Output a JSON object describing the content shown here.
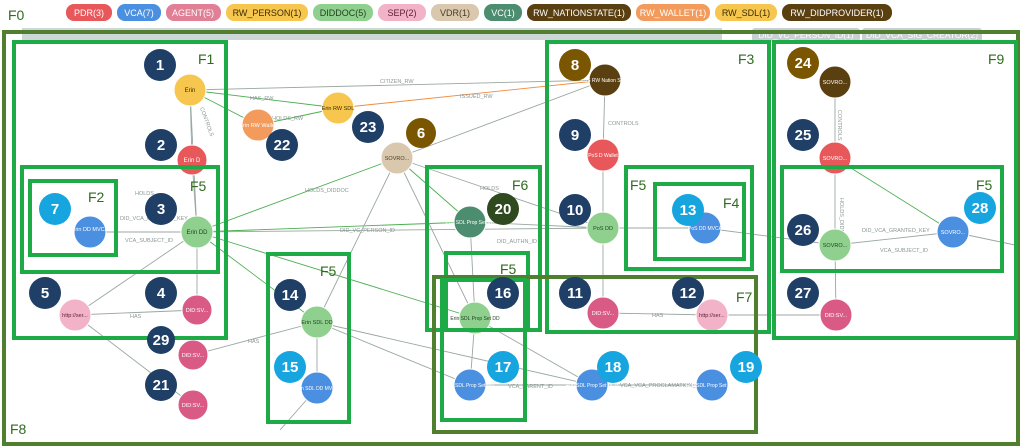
{
  "title": "F0",
  "colors": {
    "frame_dark": "#4f7f2f",
    "frame_bright": "#1faa48",
    "badge_dark": "#1f3f66",
    "badge_light": "#17a5e0",
    "badge_gold": "#7a5600",
    "edge": "#9aa7a0",
    "edge_green": "#4caf50",
    "edge_orange": "#f08c3c"
  },
  "legend": [
    {
      "label": "PDR(3)",
      "color": "#e8575a",
      "text": "#ffffff"
    },
    {
      "label": "VCA(7)",
      "color": "#4a8fe0",
      "text": "#ffffff"
    },
    {
      "label": "AGENT(5)",
      "color": "#e07f96",
      "text": "#ffffff"
    },
    {
      "label": "RW_PERSON(1)",
      "color": "#f7c64f",
      "text": "#3a2d00"
    },
    {
      "label": "DIDDOC(5)",
      "color": "#8fd08e",
      "text": "#1f3f1f"
    },
    {
      "label": "SEP(2)",
      "color": "#f2b2c7",
      "text": "#5a1f33"
    },
    {
      "label": "VDR(1)",
      "color": "#d9c8ad",
      "text": "#4a3a20"
    },
    {
      "label": "VC(1)",
      "color": "#4d8d6f",
      "text": "#ffffff"
    },
    {
      "label": "RW_NATIONSTATE(1)",
      "color": "#5a3f10",
      "text": "#ffffff"
    },
    {
      "label": "RW_WALLET(1)",
      "color": "#f29b5c",
      "text": "#ffffff"
    },
    {
      "label": "RW_SDL(1)",
      "color": "#f7c64f",
      "text": "#3a2d00"
    },
    {
      "label": "RW_DIDPROVIDER(1)",
      "color": "#5a3f10",
      "text": "#ffffff"
    }
  ],
  "rel_legend": [
    {
      "label": "DID_VC_PERSON_ID(1)"
    },
    {
      "label": "DID_VCA_SIG_CREATOR(2)"
    }
  ],
  "frames": [
    {
      "label": "F0"
    },
    {
      "label": "F1"
    },
    {
      "label": "F2"
    },
    {
      "label": "F3"
    },
    {
      "label": "F4"
    },
    {
      "label": "F5"
    },
    {
      "label": "F5"
    },
    {
      "label": "F5"
    },
    {
      "label": "F5"
    },
    {
      "label": "F5"
    },
    {
      "label": "F6"
    },
    {
      "label": "F7"
    },
    {
      "label": "F8"
    },
    {
      "label": "F9"
    }
  ],
  "nodes": [
    {
      "label": "Erin",
      "color": "#f7c64f"
    },
    {
      "label": "Erin D",
      "color": "#e8575a"
    },
    {
      "label": "Erin DD",
      "color": "#8fd08e"
    },
    {
      "label": "Erin DD MVCA",
      "color": "#4a8fe0"
    },
    {
      "label": "http://ser...",
      "color": "#f2b2c7"
    },
    {
      "label": "DID:SV...",
      "color": "#d95a85"
    },
    {
      "label": "DID:SV...",
      "color": "#d95a85"
    },
    {
      "label": "DID:SV...",
      "color": "#d95a85"
    },
    {
      "label": "Erin RW Wallet",
      "color": "#f29b5c"
    },
    {
      "label": "Erin RW SDL",
      "color": "#f7c64f"
    },
    {
      "label": "SOVRO...",
      "color": "#d9c8ad"
    },
    {
      "label": "Erin SDL DD",
      "color": "#8fd08e"
    },
    {
      "label": "Erin SDL DD MVCA",
      "color": "#4a8fe0"
    },
    {
      "label": "Erin SDL Prop Set VC",
      "color": "#4d8d6f"
    },
    {
      "label": "Erin SDL Prop Set DD",
      "color": "#8fd08e"
    },
    {
      "label": "Erin SDL Prop Set MV.",
      "color": "#4a8fe0"
    },
    {
      "label": "Erin SDL Prop Set VCA",
      "color": "#4a8fe0"
    },
    {
      "label": "Erin SDL Prop Set VCA",
      "color": "#4a8fe0"
    },
    {
      "label": "PoS RW Nation State",
      "color": "#5a3f10"
    },
    {
      "label": "PoS D Wallet",
      "color": "#e8575a"
    },
    {
      "label": "PoS DD",
      "color": "#8fd08e"
    },
    {
      "label": "PoS DD MVCA",
      "color": "#4a8fe0"
    },
    {
      "label": "DID:SV...",
      "color": "#d95a85"
    },
    {
      "label": "http://ser...",
      "color": "#f2b2c7"
    },
    {
      "label": "SOVRO...",
      "color": "#5a3f10"
    },
    {
      "label": "SOVRO...",
      "color": "#e8575a"
    },
    {
      "label": "SOVRO...",
      "color": "#8fd08e"
    },
    {
      "label": "SOVRO...",
      "color": "#4a8fe0"
    },
    {
      "label": "DID:SV...",
      "color": "#d95a85"
    }
  ],
  "badges": [
    {
      "label": "1",
      "tone": "dark"
    },
    {
      "label": "2",
      "tone": "dark"
    },
    {
      "label": "3",
      "tone": "dark"
    },
    {
      "label": "4",
      "tone": "dark"
    },
    {
      "label": "5",
      "tone": "dark"
    },
    {
      "label": "6",
      "tone": "gold"
    },
    {
      "label": "7",
      "tone": "light"
    },
    {
      "label": "8",
      "tone": "gold"
    },
    {
      "label": "9",
      "tone": "dark"
    },
    {
      "label": "10",
      "tone": "dark"
    },
    {
      "label": "11",
      "tone": "dark"
    },
    {
      "label": "12",
      "tone": "dark"
    },
    {
      "label": "13",
      "tone": "light"
    },
    {
      "label": "14",
      "tone": "dark"
    },
    {
      "label": "15",
      "tone": "light"
    },
    {
      "label": "16",
      "tone": "dark"
    },
    {
      "label": "17",
      "tone": "light"
    },
    {
      "label": "18",
      "tone": "light"
    },
    {
      "label": "19",
      "tone": "light"
    },
    {
      "label": "20",
      "tone": "darkgreen"
    },
    {
      "label": "21",
      "tone": "dark"
    },
    {
      "label": "22",
      "tone": "dark"
    },
    {
      "label": "23",
      "tone": "dark"
    },
    {
      "label": "24",
      "tone": "gold"
    },
    {
      "label": "25",
      "tone": "dark"
    },
    {
      "label": "26",
      "tone": "dark"
    },
    {
      "label": "27",
      "tone": "dark"
    },
    {
      "label": "28",
      "tone": "light"
    },
    {
      "label": "29",
      "tone": "dark"
    }
  ],
  "edge_labels": [
    {
      "label": "CITIZEN_RW"
    },
    {
      "label": "HAS_RW"
    },
    {
      "label": "CONTROLS"
    },
    {
      "label": "HOLDS_RW"
    },
    {
      "label": "ISSUED_RW"
    },
    {
      "label": "HOLDS"
    },
    {
      "label": "HOLDS_DIDDOC"
    },
    {
      "label": "DID_VC_PERSON_ID"
    },
    {
      "label": "DID_AUTHN_ID"
    },
    {
      "label": "DID_VCA_GRANTED_KEY"
    },
    {
      "label": "VCA_SUBJECT_ID"
    },
    {
      "label": "HAS"
    },
    {
      "label": "HAS"
    },
    {
      "label": "HAS"
    },
    {
      "label": "DID_VCA_GRANTED_KEY"
    },
    {
      "label": "VCA_SUBJECT_ID"
    },
    {
      "label": "VCA_PARENT_ID"
    },
    {
      "label": "VCA_VCA_PROCLAMATION_ID"
    },
    {
      "label": "CONTROLS"
    },
    {
      "label": "CONTROLS"
    },
    {
      "label": "HOLDS"
    },
    {
      "label": "HOLDS_DIDDOC"
    }
  ]
}
